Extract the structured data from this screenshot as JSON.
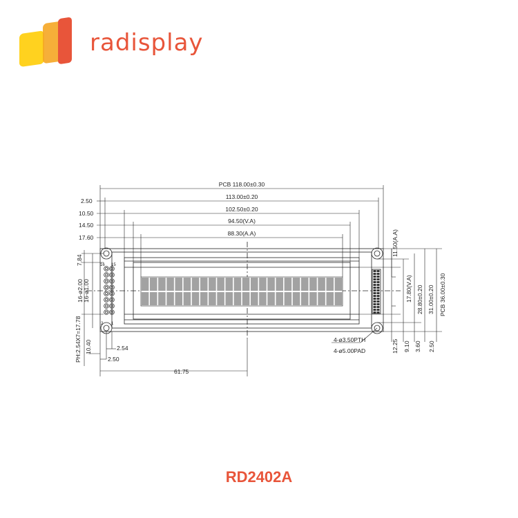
{
  "brand": {
    "name": "radisplay",
    "accent_color": "#e8553a",
    "logo_colors": [
      "#e8553a",
      "#f5a623",
      "#ffd21f"
    ]
  },
  "product": {
    "model": "RD2402A"
  },
  "dimensions": {
    "pcb_width": "PCB 118.00±0.30",
    "bezel_width": "113.00±0.20",
    "view_area_width": "102.50±0.20",
    "va_width": "94.50(V.A)",
    "aa_width": "88.30(A.A)",
    "left_2_50": "2.50",
    "left_10_50": "10.50",
    "left_14_50": "14.50",
    "left_17_60": "17.60",
    "aa_height": "11.50(A.A)",
    "va_height": "17.80(V.A)",
    "bezel_height": "28.80±0.20",
    "outline_height": "31.00±0.20",
    "pcb_height": "PCB 36.00±0.30",
    "hole_offset": "7.84",
    "pin_pitch": "16-ø2.00",
    "pin_drill": "16-ø1.00",
    "pin_header": "PH:2.54X7=17.78",
    "pin_spacing": "2.54",
    "bottom_10_40": "10.40",
    "bottom_2_50": "2.50",
    "center_offset": "61.75",
    "pth_holes": "4-ø3.50PTH",
    "pad_holes": "4-ø5.00PAD",
    "right_12_25": "12.25",
    "right_9_10": "9.10",
    "right_3_60": "3.60",
    "right_2_50": "2.50",
    "pin_label_16": "16",
    "pin_label_15": "15",
    "pin_label_2": "2",
    "pin_label_1": "1"
  }
}
